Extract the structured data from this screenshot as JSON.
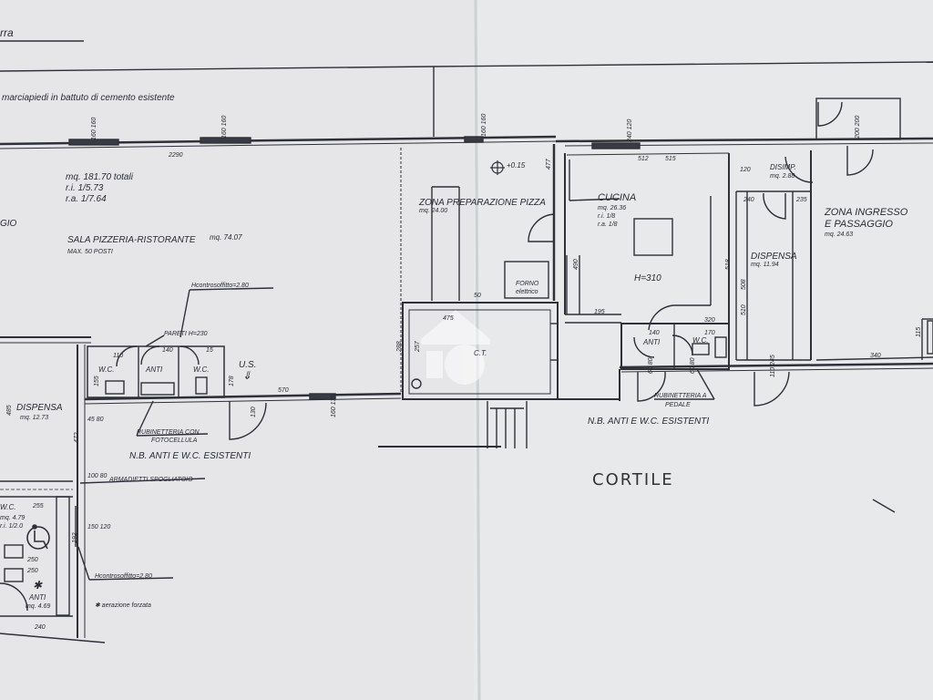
{
  "top_left_word": "rra",
  "sidewalk_note": "marciapiedi in battuto di cemento esistente",
  "dimensions": {
    "d160a": "160 160",
    "d160b": "160 160",
    "d160c": "160 160",
    "d240": "240 120",
    "d200": "200 200",
    "d2290": "2290",
    "d512": "512",
    "d515": "515",
    "d477": "477",
    "d490": "490",
    "d195": "195",
    "d320": "320",
    "d140": "140",
    "d170": "170",
    "d518": "518",
    "d510": "510",
    "d508": "508",
    "d340": "340",
    "d115": "115",
    "d120": "120",
    "d240b": "240",
    "d235": "235",
    "d475": "475",
    "d50": "50",
    "d257": "257",
    "d288": "288",
    "d570": "570",
    "d178": "178",
    "d155": "155",
    "d45": "45 80",
    "d472": "472",
    "d100": "100 80",
    "d150": "150 120",
    "d192": "192",
    "d255": "255",
    "d250a": "250",
    "d250b": "250",
    "d240c": "240",
    "d110": "110",
    "d140b": "140",
    "d15": "15",
    "d60": "60 80",
    "d60b": "60 80",
    "d110b": "110 245",
    "d160d": "160 130",
    "d130": "130",
    "d485": "485"
  },
  "sala": {
    "area_total": "mq. 181.70 totali",
    "ri": "r.i. 1/5.73",
    "ra": "r.a. 1/7.64",
    "name": "SALA PIZZERIA-RISTORANTE",
    "area": "mq. 74.07",
    "capacity": "MAX. 50 POSTI",
    "left_cut": "GIO"
  },
  "zona_pizza": {
    "name": "ZONA PREPARAZIONE PIZZA",
    "area": "mq. 24.00",
    "level": "+0.15"
  },
  "forno": {
    "line1": "FORNO",
    "line2": "elettrico"
  },
  "cucina": {
    "name": "CUCINA",
    "area": "mq. 26.36",
    "ri": "r.i. 1/8",
    "ra": "r.a. 1/8",
    "height": "H=310"
  },
  "disimp": {
    "name": "DISIMP.",
    "area": "mq. 2.88"
  },
  "dispensa_right": {
    "name": "DISPENSA",
    "area": "mq. 11.94"
  },
  "zona_ingresso": {
    "name1": "ZONA INGRESSO",
    "name2": "E PASSAGGIO",
    "area": "mq. 24.63"
  },
  "ct": {
    "name": "C.T."
  },
  "bath_right": {
    "anti": "ANTI",
    "wc": "W.C."
  },
  "rubinetteria_pedale": {
    "line1": "RUBINETTERIA A",
    "line2": "PEDALE"
  },
  "note_right": "N.B. ANTI E W.C. ESISTENTI",
  "cortile": "CORTILE",
  "hcontrosoffitto_top": "Hcontrosoffitto=2.80",
  "pareti": "PARETI H=230",
  "bath_left": {
    "wc1": "W.C.",
    "anti": "ANTI",
    "wc2": "W.C."
  },
  "us": "U.S.",
  "rubinetteria_fotocellula": {
    "line1": "RUBINETTERIA CON",
    "line2": "FOTOCELLULA"
  },
  "note_left": "N.B. ANTI E W.C. ESISTENTI",
  "dispensa_left": {
    "name": "DISPENSA",
    "area": "mq. 12.73"
  },
  "armadietti": "ARMADIETTI SPOGLIATOIO",
  "wc_bottom": {
    "name": "W.C.",
    "area": "mq. 4.79",
    "ri": "r.i. 1/2.0"
  },
  "anti_bottom": {
    "name": "ANTI",
    "area": "mq. 4.69"
  },
  "hcontrosoffitto_bottom": "Hcontrosoffitto=2.80",
  "aerazione": "✱ aerazione forzata",
  "wheelchair_icon": "accessibility-icon",
  "colors": {
    "paper": "#e9eaec",
    "ink": "#2f3038",
    "fold": "#d6d7da"
  }
}
